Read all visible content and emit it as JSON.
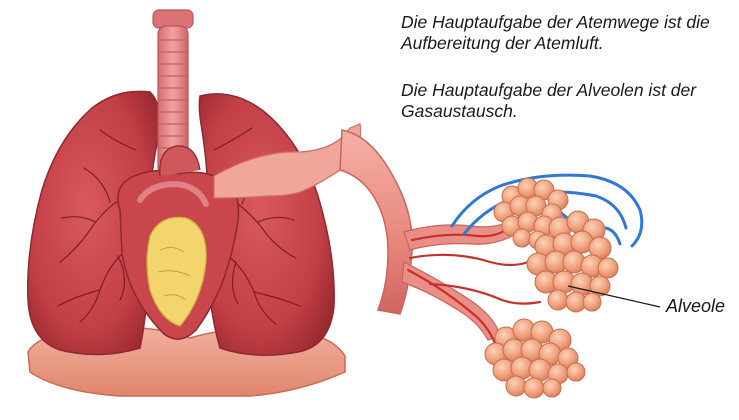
{
  "captions": {
    "airways": "Die Hauptaufgabe der Atemwege ist die Aufbereitung der Atemluft.",
    "alveoli": "Die Hauptaufgabe der Alveolen ist der Gasaustausch."
  },
  "labels": {
    "alveole": "Alveole"
  },
  "colors": {
    "lung": "#c8454a",
    "lung_dark": "#a52e36",
    "trachea": "#e7898c",
    "heart": "#cf4b50",
    "fat": "#f2d56c",
    "vessel_blue": "#2f78d8",
    "alveoli": "#f1ab86"
  }
}
